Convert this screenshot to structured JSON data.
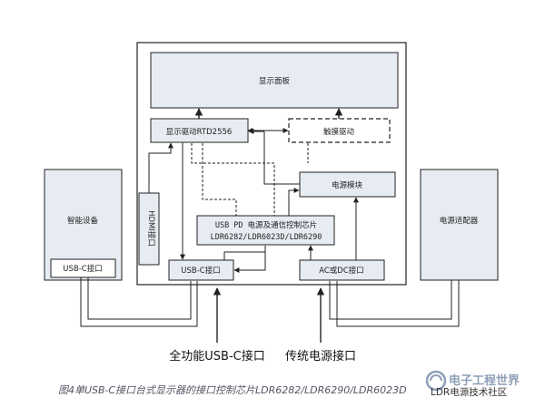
{
  "blocks": {
    "display_panel": "显示面板",
    "display_driver": "显示驱动RTD2556",
    "touch_driver": "触摸驱动",
    "power_module": "电源模块",
    "hdmi_port": "HDMI接口",
    "usb_pd_chip_line1": "USB PD 电源及通信控制芯片",
    "usb_pd_chip_line2": "LDR6282/LDR6023D/LDR6290",
    "usbc_port_inner": "USB-C接口",
    "ac_dc_port": "AC或DC接口",
    "smart_device": "智能设备",
    "smart_device_usbc": "USB-C接口",
    "power_adapter": "电源适配器"
  },
  "labels": {
    "full_function_usbc": "全功能USB-C接口",
    "traditional_power": "传统电源接口"
  },
  "caption": "图4单USB-C接口台式显示器的接口控制芯片LDR6282/LDR6290/LDR6023D",
  "watermark": {
    "site": "电子工程世界",
    "overlay": "LDR电源技术社区",
    "icon": "site-logo-icon"
  }
}
